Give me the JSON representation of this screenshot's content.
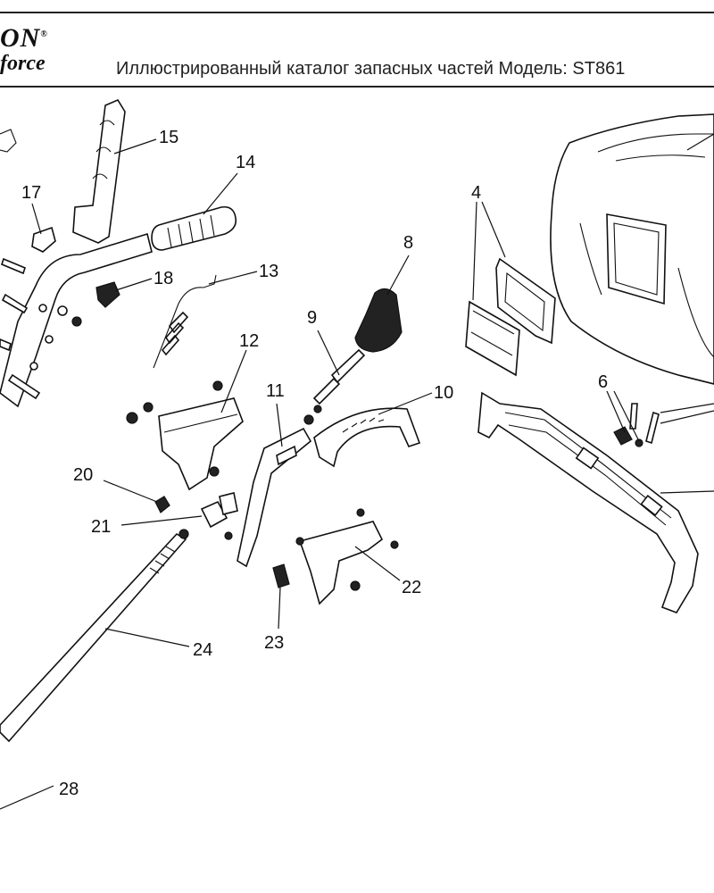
{
  "header": {
    "logo_top": "ON",
    "logo_registered": "®",
    "logo_bottom": "force",
    "catalog_title": "Иллюстрированный каталог запасных частей Модель: ST861"
  },
  "callouts": {
    "n4": "4",
    "n6": "6",
    "n8": "8",
    "n9": "9",
    "n10": "10",
    "n11": "11",
    "n12": "12",
    "n13": "13",
    "n14": "14",
    "n15": "15",
    "n17": "17",
    "n18": "18",
    "n20": "20",
    "n21": "21",
    "n22": "22",
    "n23": "23",
    "n24": "24",
    "n28": "28"
  }
}
